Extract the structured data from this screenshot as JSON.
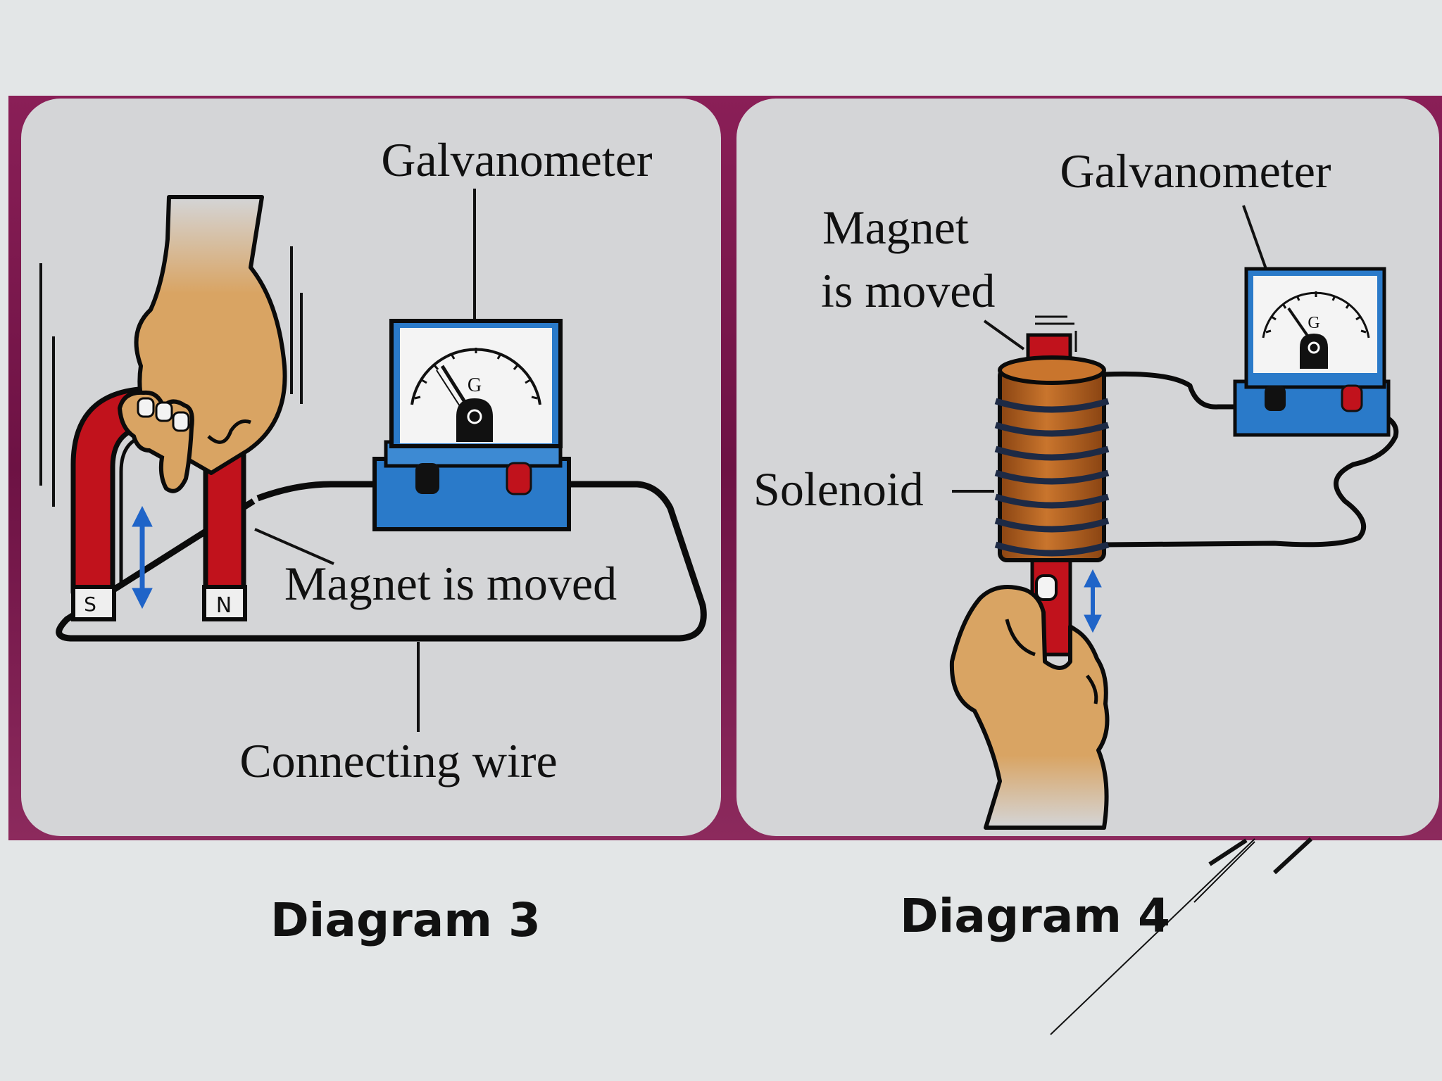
{
  "diagram3": {
    "caption": "Diagram 3",
    "galvanometer_label": "Galvanometer",
    "meter_letter": "G",
    "magnet_label": "Magnet is moved",
    "wire_label": "Connecting wire",
    "pole_s": "S",
    "pole_n": "N"
  },
  "diagram4": {
    "caption": "Diagram 4",
    "galvanometer_label": "Galvanometer",
    "meter_letter": "G",
    "magnet_label_line1": "Magnet",
    "magnet_label_line2": "is moved",
    "solenoid_label": "Solenoid"
  },
  "colors": {
    "background": "#e3e6e7",
    "frame": "#8c1f58",
    "panel": "#d4d5d7",
    "magnet_red": "#c1121c",
    "meter_blue": "#2a7ac9",
    "arrow_blue": "#1f64c8",
    "coil_brown": "#b4621f",
    "skin": "#d9a463"
  },
  "icons": [
    "hand-icon",
    "horseshoe-magnet-icon",
    "galvanometer-icon",
    "bar-magnet-icon",
    "solenoid-coil-icon",
    "double-arrow-icon"
  ]
}
